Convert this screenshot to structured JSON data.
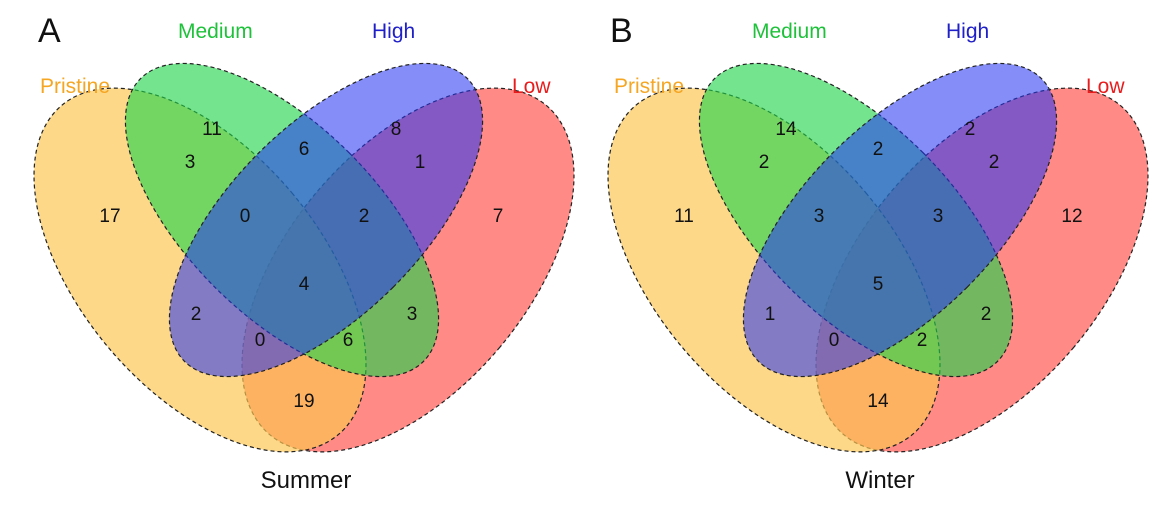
{
  "panels": [
    {
      "letter": "A",
      "season": "Summer",
      "sets": {
        "pristine": "Pristine",
        "medium": "Medium",
        "high": "High",
        "low": "Low"
      },
      "counts": {
        "p": "17",
        "m": "11",
        "h": "8",
        "l": "7",
        "pm": "3",
        "mh": "6",
        "hl": "1",
        "pmh": "0",
        "mhl": "2",
        "pmhl": "4",
        "ph": "2",
        "ml": "3",
        "phl": "0",
        "pml": "6",
        "pl": "19"
      }
    },
    {
      "letter": "B",
      "season": "Winter",
      "sets": {
        "pristine": "Pristine",
        "medium": "Medium",
        "high": "High",
        "low": "Low"
      },
      "counts": {
        "p": "11",
        "m": "14",
        "h": "2",
        "l": "12",
        "pm": "2",
        "mh": "2",
        "hl": "2",
        "pmh": "3",
        "mhl": "3",
        "pmhl": "5",
        "ph": "1",
        "ml": "2",
        "phl": "0",
        "pml": "2",
        "pl": "14"
      }
    }
  ],
  "colors": {
    "pristine": "#fcc650",
    "medium": "#1ed44a",
    "high": "#2434f2",
    "low": "#ff2a22",
    "pristine_label": "#f5a623",
    "medium_label": "#1ec23a",
    "high_label": "#2020c8",
    "low_label": "#e81c1c"
  }
}
